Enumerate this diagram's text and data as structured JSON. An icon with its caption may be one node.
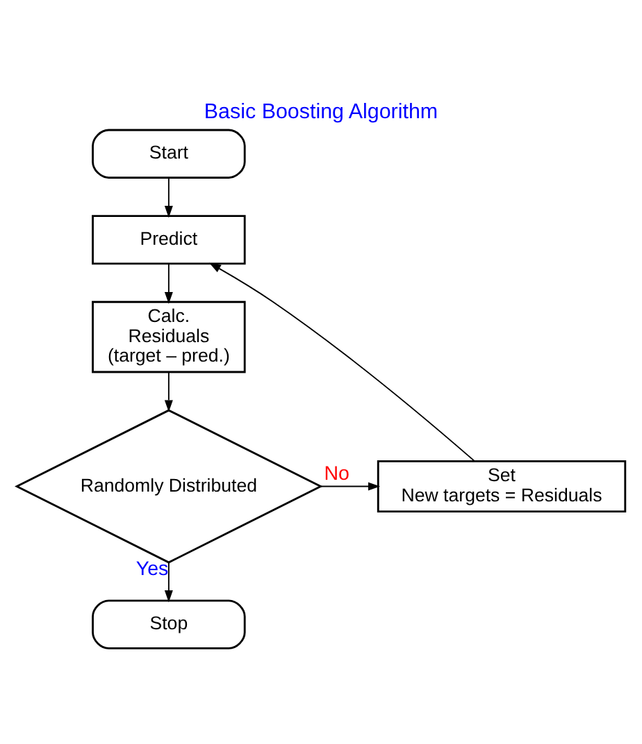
{
  "diagram": {
    "title": "Basic Boosting Algorithm",
    "nodes": [
      {
        "text": [
          "Start"
        ]
      },
      {
        "text": [
          "Predict"
        ]
      },
      {
        "text": [
          "Calc. Residuals (target – pred.)"
        ]
      },
      {
        "text": [
          "Randomly Distributed"
        ]
      },
      {
        "text": [
          "Set",
          "New targets = Residuals"
        ]
      },
      {
        "text": [
          "Stop"
        ]
      }
    ],
    "edges": [
      {
        "from": 0,
        "to": 1,
        "arrow": "to"
      },
      {
        "from": 1,
        "to": 2,
        "arrow": "to"
      },
      {
        "from": 2,
        "to": 3,
        "arrow": "to"
      },
      {
        "from": 3,
        "to": 5,
        "arrow": "to",
        "label": "Yes"
      },
      {
        "from": 3,
        "to": 4,
        "arrow": "to",
        "label": "No"
      },
      {
        "from": 4,
        "to": 1,
        "arrow": "to"
      }
    ]
  }
}
